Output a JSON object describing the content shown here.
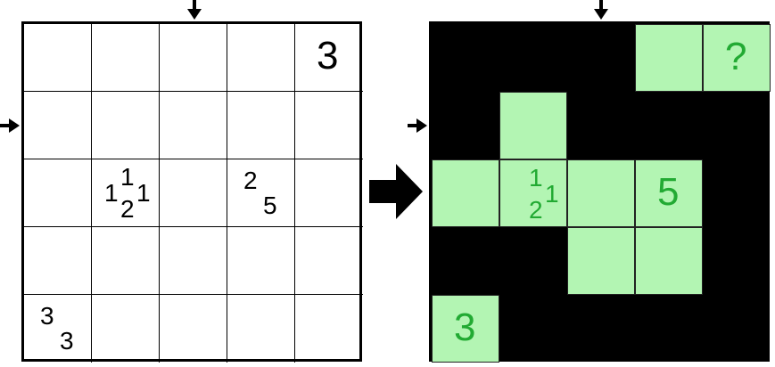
{
  "colors": {
    "grid_line": "#000000",
    "shaded": "#000000",
    "unshaded": "#b3f5b3",
    "solution_text": "#22aa33",
    "puzzle_text": "#000000"
  },
  "icons": {
    "column_marker": "down-arrow-icon",
    "row_marker": "right-arrow-icon",
    "transition": "big-right-arrow-icon"
  },
  "grid": {
    "rows": 5,
    "cols": 5,
    "marked_column": 3,
    "marked_row": 2
  },
  "puzzle": {
    "clues": [
      {
        "row": 1,
        "col": 5,
        "kind": "big",
        "digits": [
          "3"
        ]
      },
      {
        "row": 3,
        "col": 2,
        "kind": "cross",
        "digits": [
          "1",
          "1",
          "2",
          "1"
        ]
      },
      {
        "row": 3,
        "col": 4,
        "kind": "diag",
        "digits": [
          "2",
          "5"
        ]
      },
      {
        "row": 5,
        "col": 1,
        "kind": "diag",
        "digits": [
          "3",
          "3"
        ]
      }
    ]
  },
  "solution": {
    "lit_cells": [
      [
        1,
        4
      ],
      [
        1,
        5
      ],
      [
        2,
        2
      ],
      [
        3,
        1
      ],
      [
        3,
        2
      ],
      [
        3,
        3
      ],
      [
        3,
        4
      ],
      [
        4,
        3
      ],
      [
        4,
        4
      ],
      [
        5,
        1
      ]
    ],
    "clues": [
      {
        "row": 1,
        "col": 5,
        "kind": "big",
        "digits": [
          "?"
        ]
      },
      {
        "row": 3,
        "col": 2,
        "kind": "cross",
        "digits": [
          "1",
          "",
          "2",
          "1"
        ]
      },
      {
        "row": 3,
        "col": 4,
        "kind": "big",
        "digits": [
          "5"
        ]
      },
      {
        "row": 5,
        "col": 1,
        "kind": "big",
        "digits": [
          "3"
        ]
      }
    ]
  }
}
